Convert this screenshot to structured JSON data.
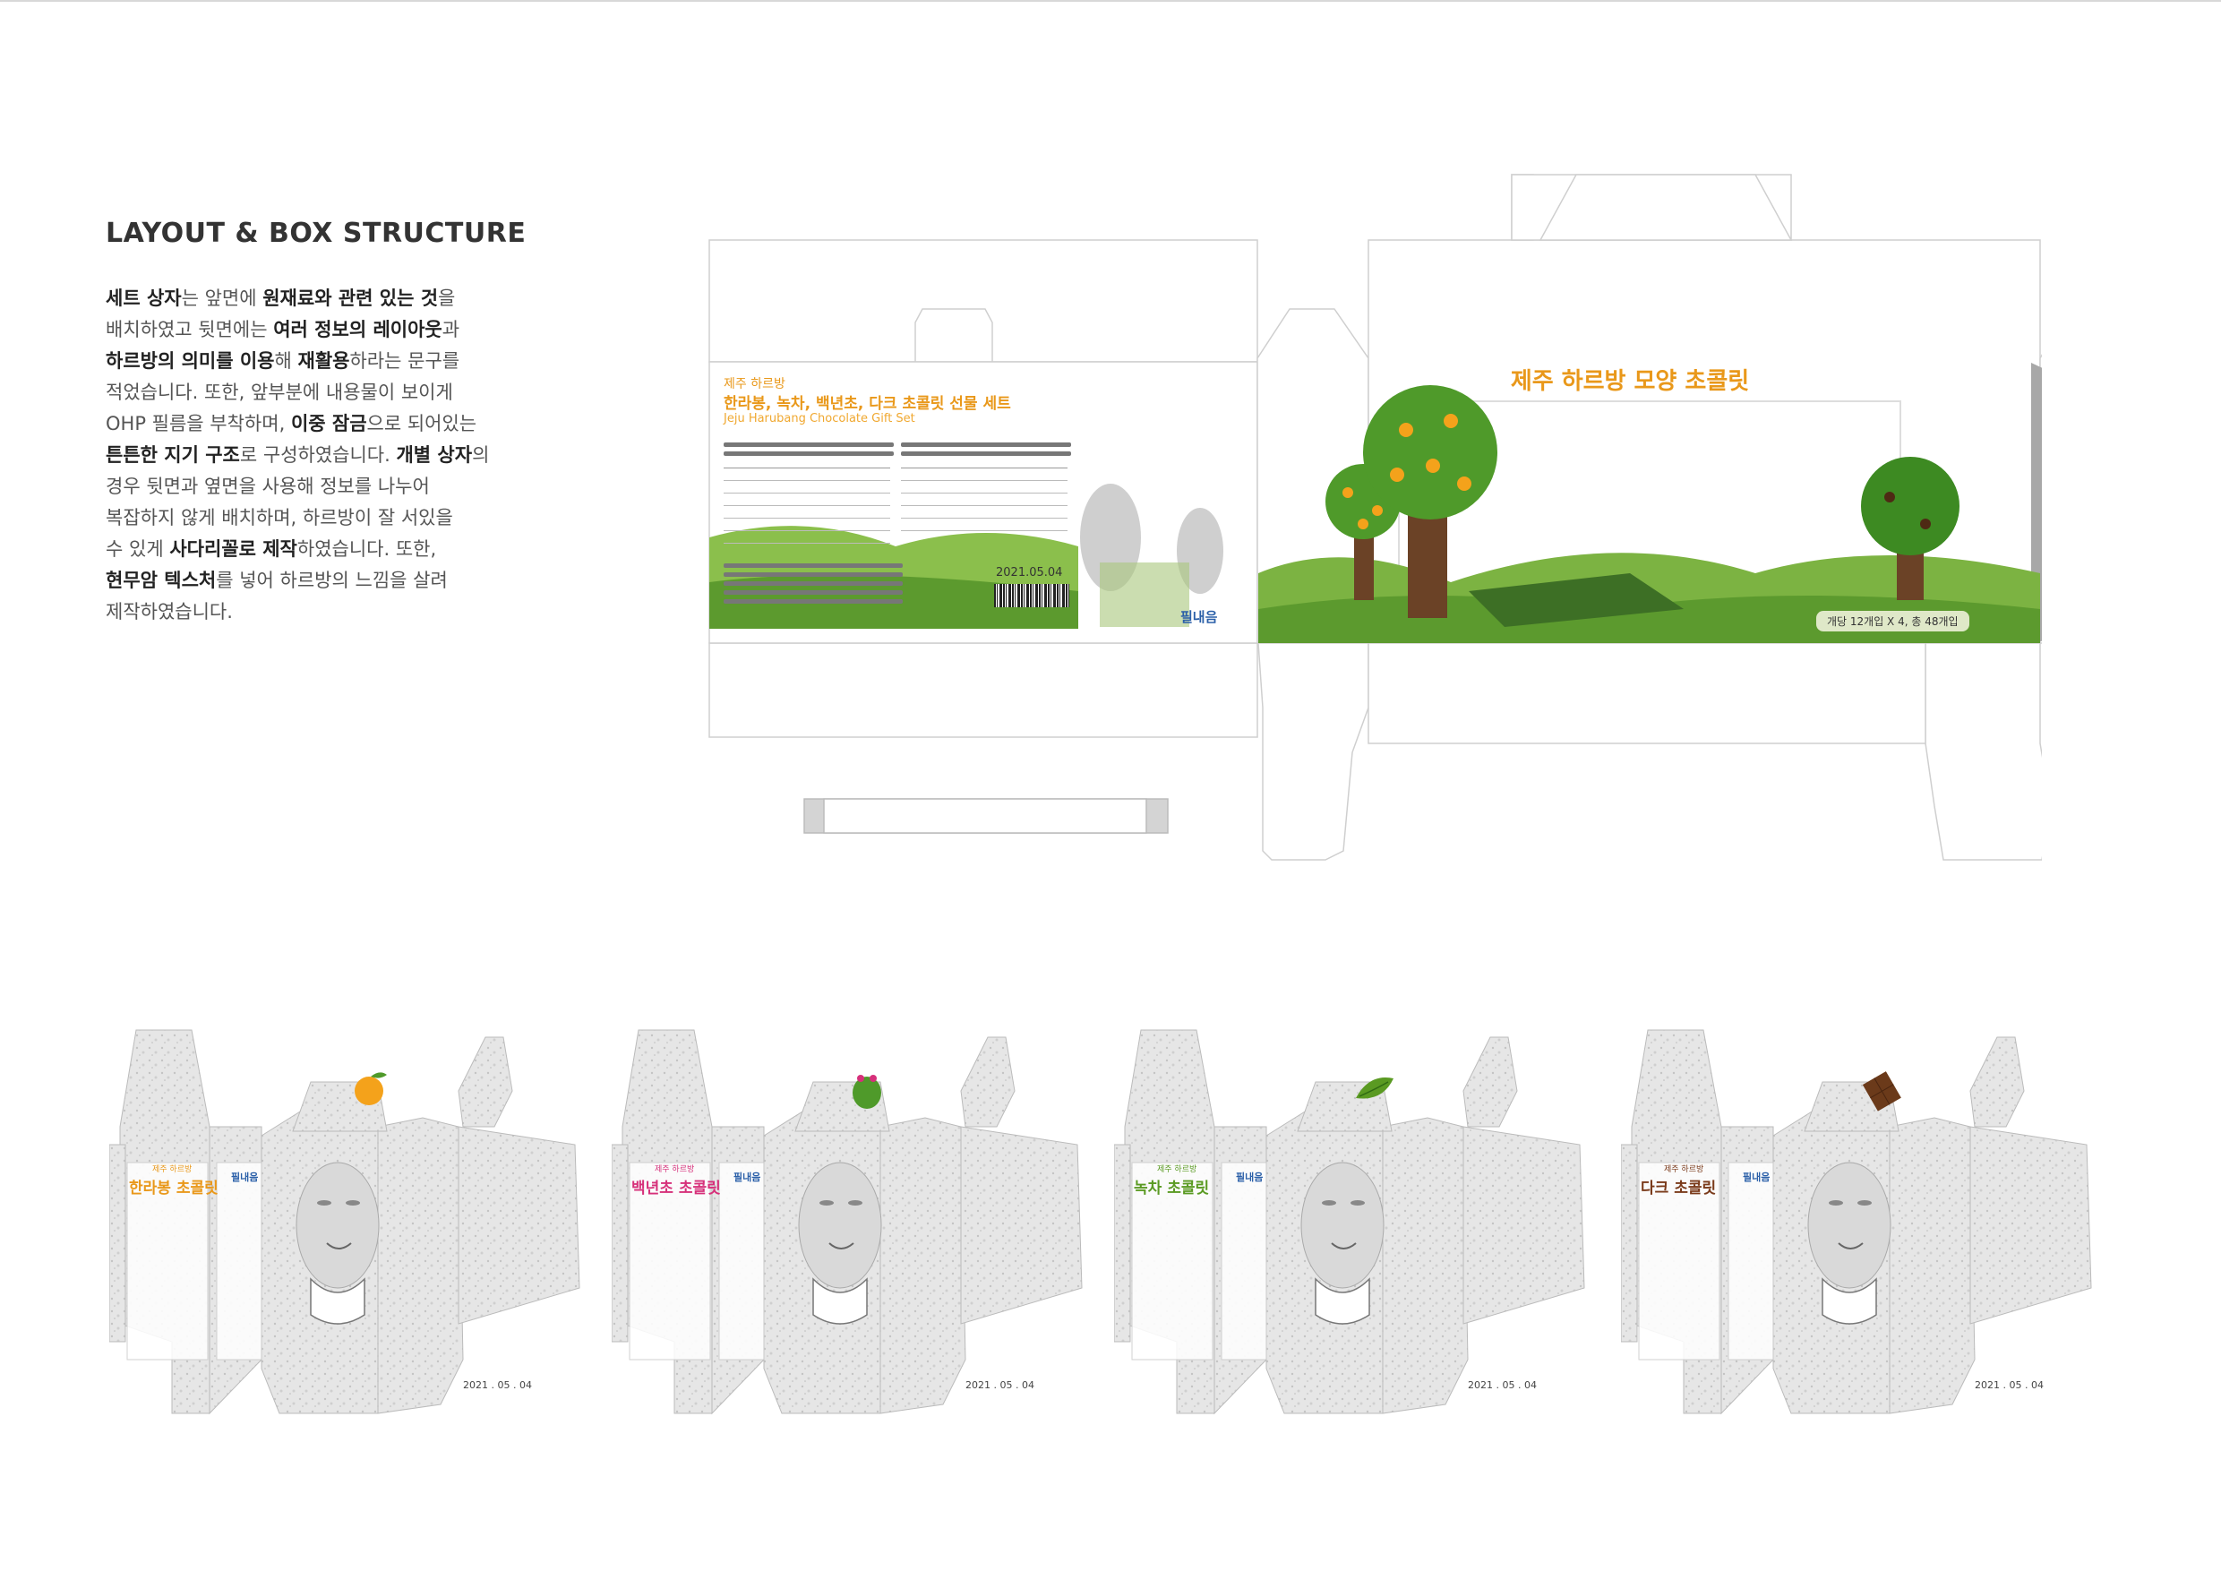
{
  "section_title": "LAYOUT & BOX STRUCTURE",
  "description": {
    "lines": [
      [
        {
          "t": "세트 상자",
          "b": true
        },
        {
          "t": "는 앞면에 ",
          "b": false
        },
        {
          "t": "원재료와 관련 있는 것",
          "b": true
        },
        {
          "t": "을",
          "b": false
        }
      ],
      [
        {
          "t": "배치하였고 뒷면에는 ",
          "b": false
        },
        {
          "t": "여러 정보의 레이아웃",
          "b": true
        },
        {
          "t": "과",
          "b": false
        }
      ],
      [
        {
          "t": "하르방의 의미를 이용",
          "b": true
        },
        {
          "t": "해 ",
          "b": false
        },
        {
          "t": "재활용",
          "b": true
        },
        {
          "t": "하라는 문구를",
          "b": false
        }
      ],
      [
        {
          "t": "적었습니다. 또한, 앞부분에 내용물이 보이게",
          "b": false
        }
      ],
      [
        {
          "t": "OHP 필름을 부착하며, ",
          "b": false
        },
        {
          "t": "이중 잠금",
          "b": true
        },
        {
          "t": "으로 되어있는",
          "b": false
        }
      ],
      [
        {
          "t": "튼튼한 지기 구조",
          "b": true
        },
        {
          "t": "로 구성하였습니다. ",
          "b": false
        },
        {
          "t": "개별 상자",
          "b": true
        },
        {
          "t": "의",
          "b": false
        }
      ],
      [
        {
          "t": "경우 뒷면과 옆면을 사용해 정보를 나누어",
          "b": false
        }
      ],
      [
        {
          "t": "복잡하지 않게 배치하며, 하르방이 잘 서있을",
          "b": false
        }
      ],
      [
        {
          "t": "수 있게 ",
          "b": false
        },
        {
          "t": "사다리꼴로 제작",
          "b": true
        },
        {
          "t": "하였습니다. 또한,",
          "b": false
        }
      ],
      [
        {
          "t": "현무암 텍스처",
          "b": true
        },
        {
          "t": "를 넣어 하르방의 느낌을 살려",
          "b": false
        }
      ],
      [
        {
          "t": "제작하였습니다.",
          "b": false
        }
      ]
    ]
  },
  "set_box": {
    "back": {
      "subtitle": "제주 하르방",
      "title": "한라봉, 녹차, 백년초, 다크 초콜릿 선물 세트",
      "english": "Jeju Harubang Chocolate Gift Set",
      "date": "2021.05.04"
    },
    "side": {
      "logo": "필내음"
    },
    "front": {
      "title": "제주 하르방 모양 초콜릿",
      "tag": "개당 12개입 X 4, 총 48개입"
    }
  },
  "individual_boxes": [
    {
      "name": "한라봉 초콜릿",
      "sub": "제주 하르방",
      "color": "#e9981a",
      "icon": "orange-icon",
      "logo": "필내음",
      "date": "2021 . 05 . 04"
    },
    {
      "name": "백년초 초콜릿",
      "sub": "제주 하르방",
      "color": "#d6307a",
      "icon": "cactus-icon",
      "logo": "필내음",
      "date": "2021 . 05 . 04"
    },
    {
      "name": "녹차 초콜릿",
      "sub": "제주 하르방",
      "color": "#5a9a22",
      "icon": "green-tea-leaf-icon",
      "logo": "필내음",
      "date": "2021 . 05 . 04"
    },
    {
      "name": "다크 초콜릿",
      "sub": "제주 하르방",
      "color": "#7a3a1a",
      "icon": "chocolate-bar-icon",
      "logo": "필내음",
      "date": "2021 . 05 . 04"
    }
  ],
  "colors": {
    "grass": "#5c9a2e",
    "dark_green": "#2f7a2a",
    "orange": "#e9981a",
    "panel_bg": "#eef3df"
  }
}
